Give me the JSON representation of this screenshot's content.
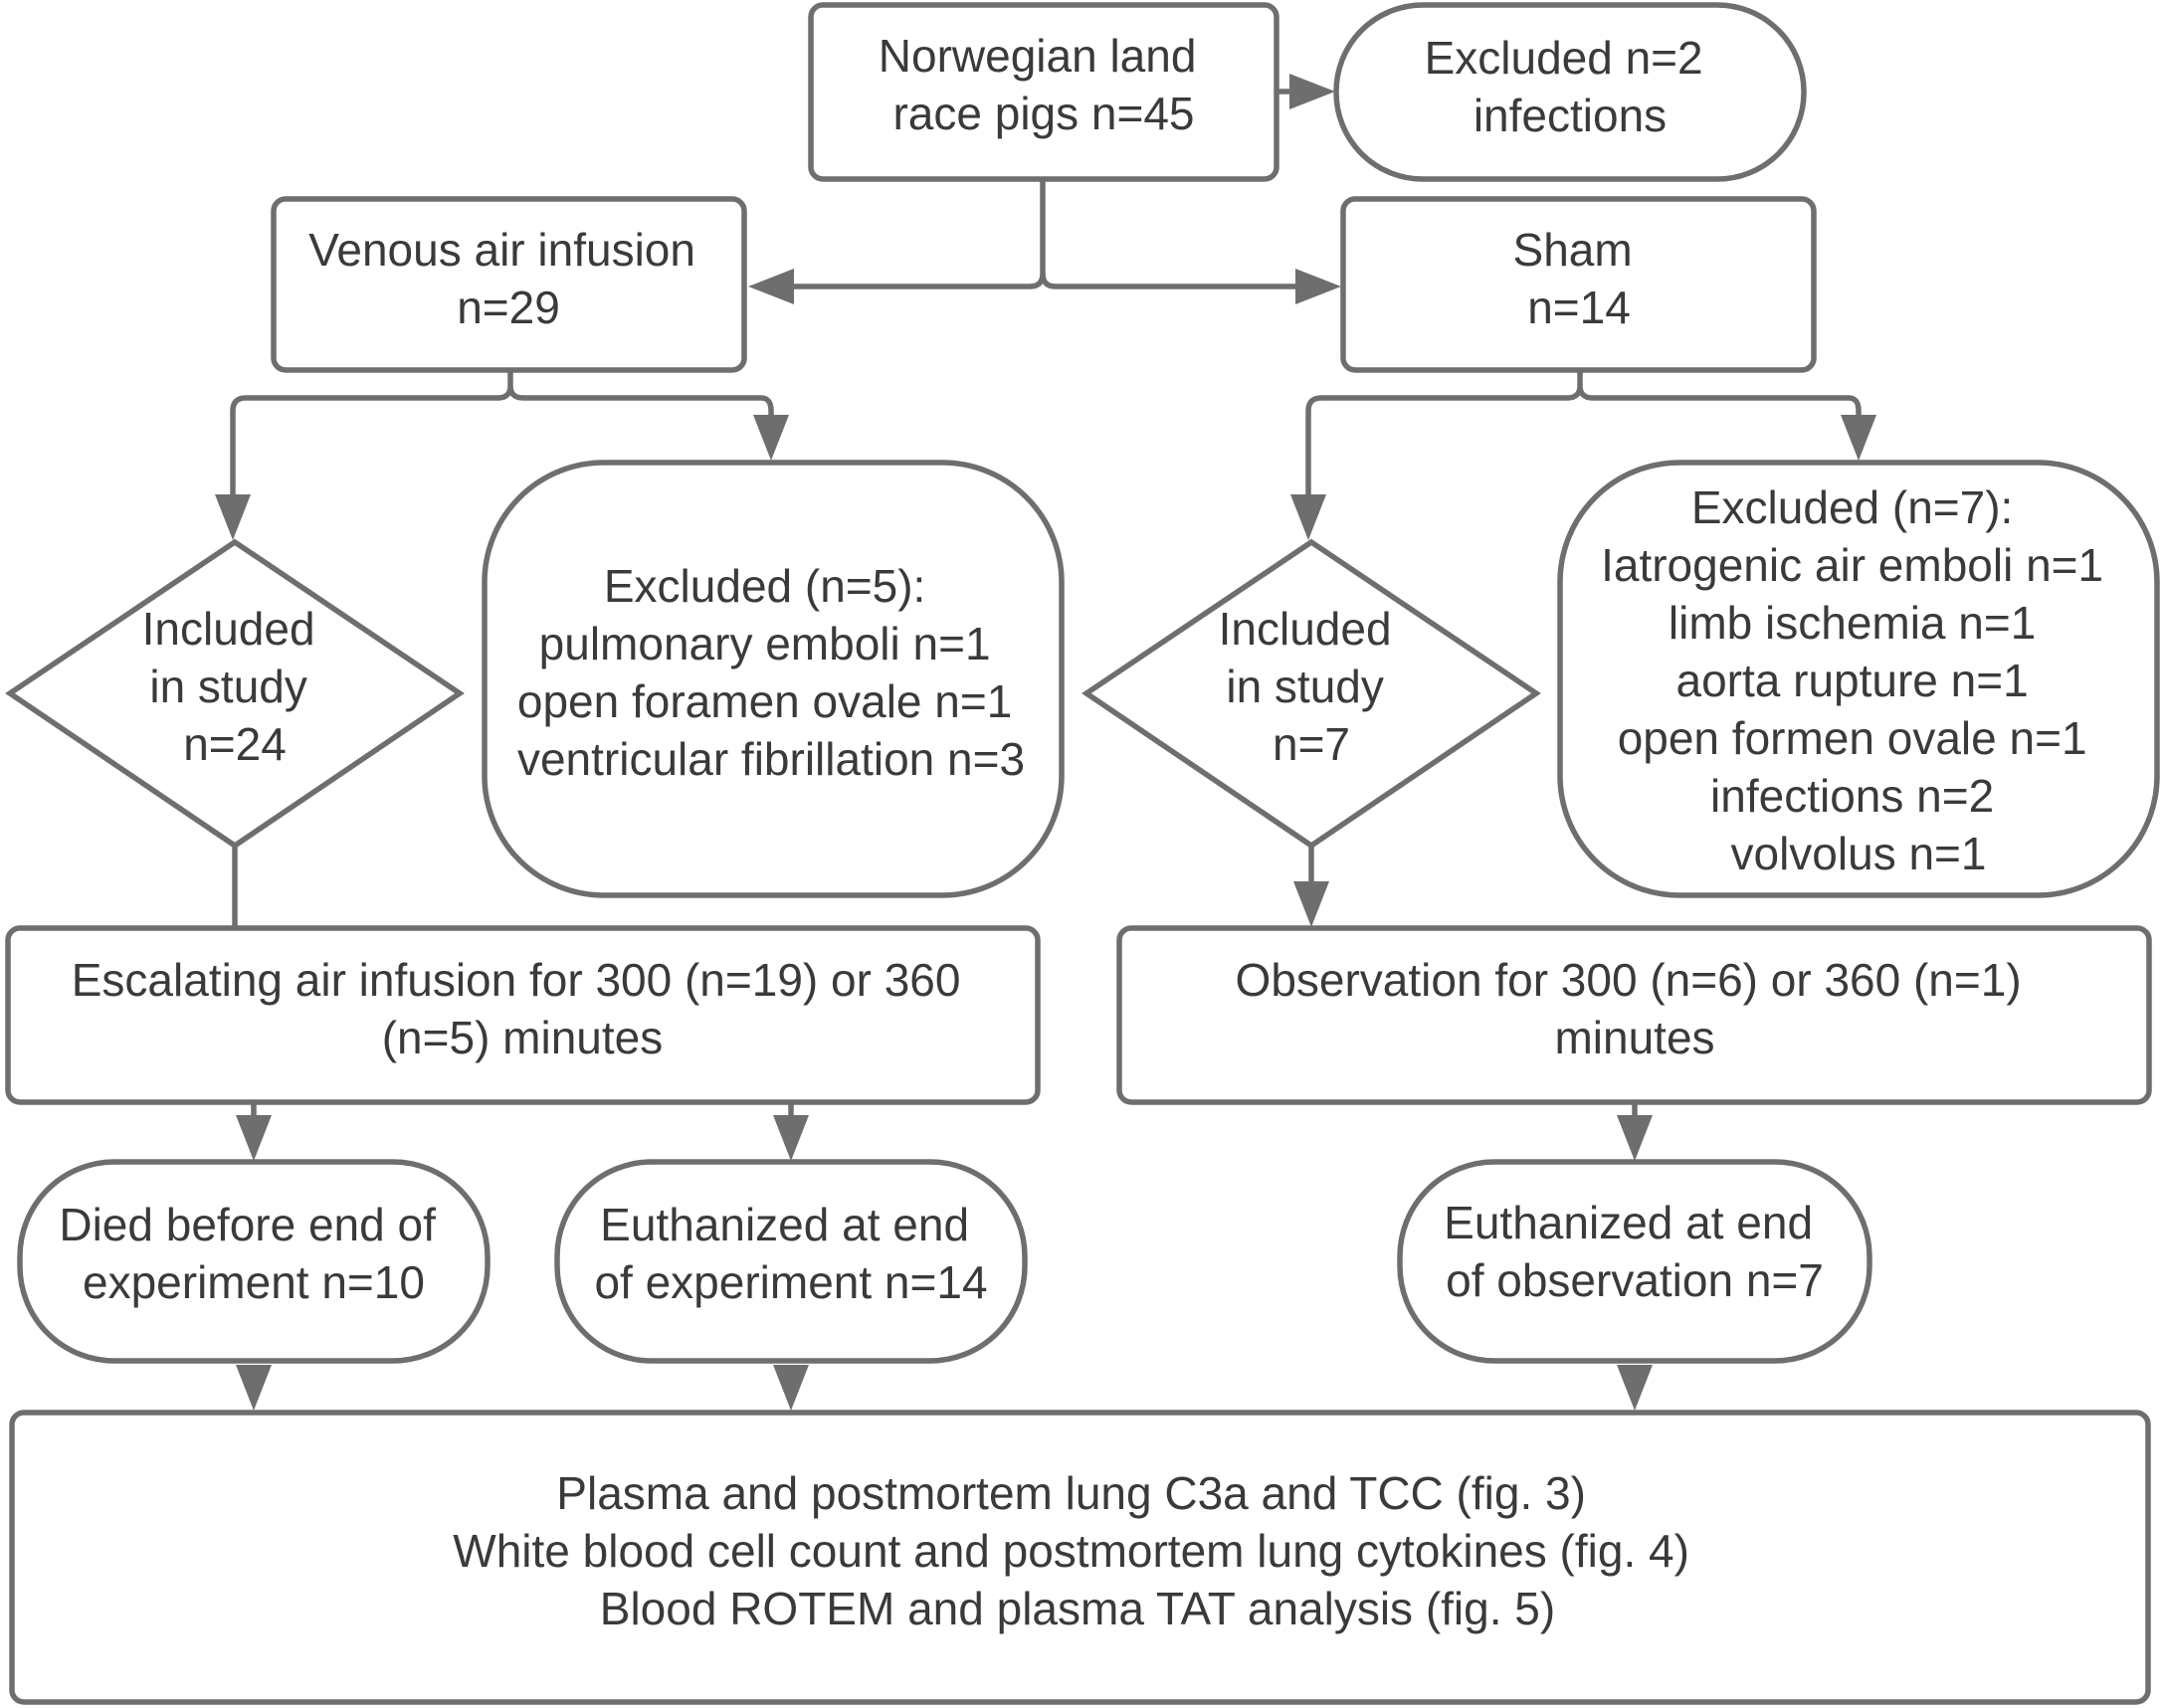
{
  "nodes": {
    "start": {
      "lines": [
        "Norwegian land",
        "race pigs n=45"
      ]
    },
    "excluded_top": {
      "lines": [
        "Excluded n=2",
        "infections"
      ]
    },
    "venous": {
      "lines": [
        "Venous air infusion",
        "n=29"
      ]
    },
    "sham": {
      "lines": [
        "Sham",
        "n=14"
      ]
    },
    "included_venous": {
      "lines": [
        "Included",
        "in study",
        "n=24"
      ]
    },
    "excluded_venous": {
      "lines": [
        "Excluded (n=5):",
        "pulmonary emboli n=1",
        "open foramen ovale n=1",
        "ventricular fibrillation  n=3"
      ]
    },
    "included_sham": {
      "lines": [
        "Included",
        "in study",
        "n=7"
      ]
    },
    "excluded_sham": {
      "lines": [
        "Excluded (n=7):",
        "Iatrogenic air emboli n=1",
        "limb ischemia n=1",
        "aorta rupture  n=1",
        "open formen ovale n=1",
        "infections n=2",
        "volvolus n=1"
      ]
    },
    "escalating": {
      "lines": [
        "Escalating air infusion for 300 (n=19) or 360",
        "(n=5) minutes"
      ]
    },
    "observation": {
      "lines": [
        "Observation for 300 (n=6) or 360 (n=1)",
        "minutes"
      ]
    },
    "died": {
      "lines": [
        "Died before end of",
        "experiment n=10"
      ]
    },
    "euthanized_exp": {
      "lines": [
        "Euthanized at end",
        "of experiment n=14"
      ]
    },
    "euthanized_obs": {
      "lines": [
        "Euthanized at end",
        "of observation n=7"
      ]
    },
    "analysis": {
      "lines": [
        "Plasma and postmortem lung C3a and TCC (fig. 3)",
        "White blood cell count and postmortem lung cytokines (fig. 4)",
        "Blood ROTEM and plasma TAT analysis (fig. 5)"
      ]
    }
  },
  "colors": {
    "stroke": "#6e6e6e",
    "text": "#3a3a3a",
    "background": "#ffffff"
  }
}
